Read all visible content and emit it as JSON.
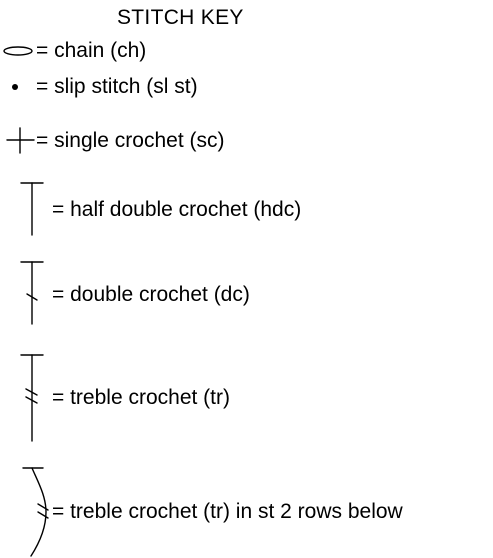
{
  "stitch_key": {
    "title": "STITCH KEY",
    "entries": [
      {
        "symbol": "chain-oval-icon",
        "label": "= chain (ch)"
      },
      {
        "symbol": "dot-icon",
        "label": "= slip stitch (sl st)"
      },
      {
        "symbol": "cross-icon",
        "label": "= single crochet (sc)"
      },
      {
        "symbol": "t-post-icon",
        "label": "= half double crochet (hdc)"
      },
      {
        "symbol": "t-post-one-slash-icon",
        "label": "= double crochet (dc)"
      },
      {
        "symbol": "t-post-two-slash-icon",
        "label": "= treble crochet (tr)"
      },
      {
        "symbol": "curved-post-two-slash-icon",
        "label": "= treble crochet (tr) in st 2 rows below"
      }
    ]
  }
}
